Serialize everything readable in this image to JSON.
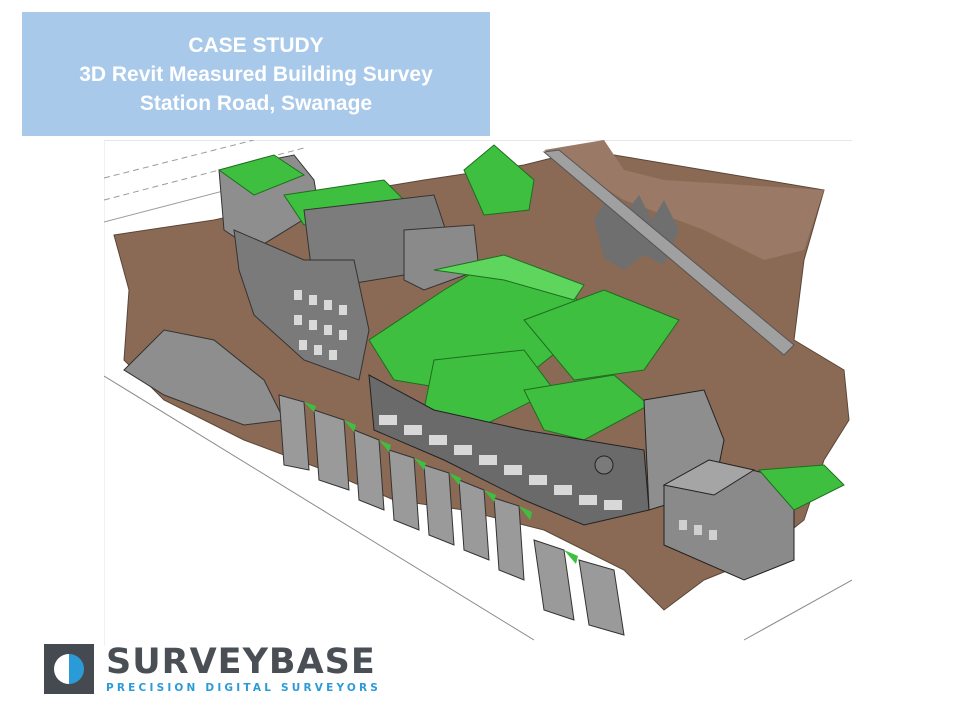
{
  "header": {
    "line1": "CASE STUDY",
    "line2": "3D Revit Measured Building Survey",
    "line3": "Station Road, Swanage",
    "background_color": "#a9c9ea",
    "text_color": "#ffffff"
  },
  "model": {
    "roof_color": "#3fbf3f",
    "wall_color": "#8e8e8e",
    "ground_color": "#8a6a55"
  },
  "logo": {
    "name": "SURVEYBASE",
    "tagline": "PRECISION DIGITAL SURVEYORS",
    "mark_icon": "surveybase-logo-icon",
    "name_color": "#4a4f55",
    "accent_color": "#2b9bd8"
  }
}
